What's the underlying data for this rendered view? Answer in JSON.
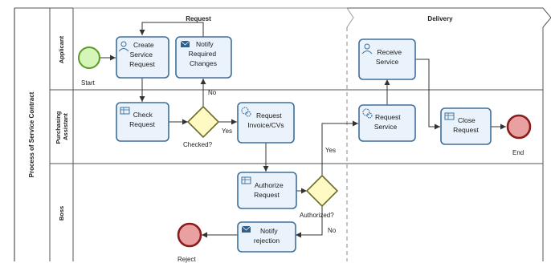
{
  "pool": {
    "title": "Process of Service Contract"
  },
  "lanes": [
    {
      "key": "applicant",
      "label": "Applicant"
    },
    {
      "key": "purchasing",
      "label": "Purchasing Assistant"
    },
    {
      "key": "boss",
      "label": "Boss"
    }
  ],
  "phases": {
    "request": "Request",
    "delivery": "Delivery"
  },
  "events": {
    "start": "Start",
    "end": "End",
    "reject": "Reject"
  },
  "tasks": {
    "create_service_request": [
      "Create",
      "Service",
      "Request"
    ],
    "notify_required_changes": [
      "Notify",
      "Required",
      "Changes"
    ],
    "check_request": [
      "Check",
      "Request"
    ],
    "request_invoice": [
      "Request",
      "Invoice/CVs"
    ],
    "authorize_request": [
      "Authorize",
      "Request"
    ],
    "notify_rejection": [
      "Notify",
      "rejection"
    ],
    "receive_service": [
      "Receive",
      "Service"
    ],
    "request_service": [
      "Request",
      "Service"
    ],
    "close_request": [
      "Close",
      "Request"
    ]
  },
  "gateways": {
    "checked": "Checked?",
    "authorized": "Authorized?"
  },
  "flow_labels": {
    "checked_no": "No",
    "checked_yes": "Yes",
    "authorized_yes": "Yes",
    "authorized_no": "No"
  },
  "colors": {
    "task_fill": "#eaf3fb",
    "task_stroke": "#3f6f9a",
    "start_fill": "#d6f5b8",
    "start_stroke": "#5a9a2a",
    "end_fill": "#e8a0a0",
    "end_stroke": "#8b1c1c",
    "gateway_fill": "#fff9c4",
    "gateway_stroke": "#6b6b2a"
  }
}
